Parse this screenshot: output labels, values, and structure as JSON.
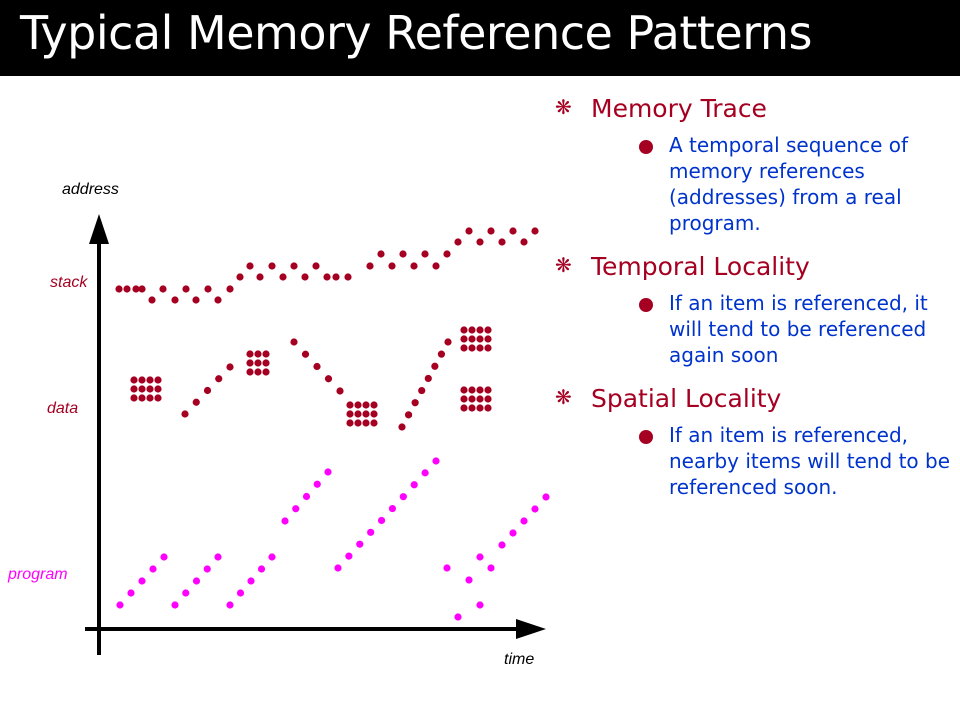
{
  "title": "Typical Memory Reference Patterns",
  "colors": {
    "title_bg": "#000000",
    "title_text": "#ffffff",
    "heading": "#a50021",
    "bullet_text": "#0033cc",
    "axis": "#000000",
    "stack_data_dots": "#a50021",
    "program_dots": "#ff00ff",
    "region_label_stack": "#a50021",
    "region_label_data": "#a50021",
    "region_label_program": "#ff00ff"
  },
  "diagram": {
    "y_axis_label": "address",
    "x_axis_label": "time",
    "region_labels": {
      "stack": "stack",
      "data": "data",
      "program": "program"
    }
  },
  "bullets": [
    {
      "marker": "❋",
      "heading": "Memory Trace",
      "sub": [
        "A temporal sequence of memory references (addresses) from a real program."
      ]
    },
    {
      "marker": "❋",
      "heading": "Temporal Locality",
      "sub": [
        "If an item is referenced, it will tend to be referenced again soon"
      ]
    },
    {
      "marker": "❋",
      "heading": "Spatial Locality",
      "sub": [
        "If an item is referenced, nearby items will tend to be referenced soon."
      ]
    }
  ]
}
